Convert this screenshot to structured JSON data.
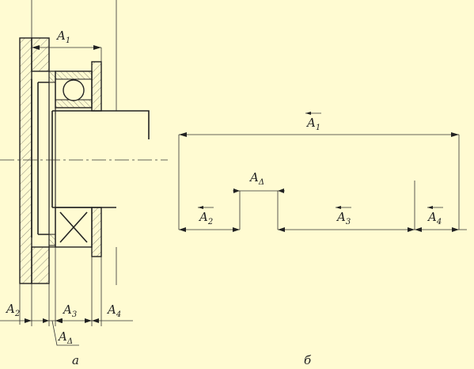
{
  "assembly": {
    "dimensions": [
      {
        "symbol": "A",
        "subscript": "1"
      },
      {
        "symbol": "A",
        "subscript": "2"
      },
      {
        "symbol": "A",
        "subscript": "3"
      },
      {
        "symbol": "A",
        "subscript": "4"
      },
      {
        "symbol": "A",
        "subscript": "Δ"
      }
    ],
    "caption": "а"
  },
  "chain": {
    "links": [
      {
        "symbol": "A",
        "subscript": "1"
      },
      {
        "symbol": "A",
        "subscript": "Δ"
      },
      {
        "symbol": "A",
        "subscript": "2"
      },
      {
        "symbol": "A",
        "subscript": "3"
      },
      {
        "symbol": "A",
        "subscript": "4"
      }
    ],
    "caption": "б"
  }
}
